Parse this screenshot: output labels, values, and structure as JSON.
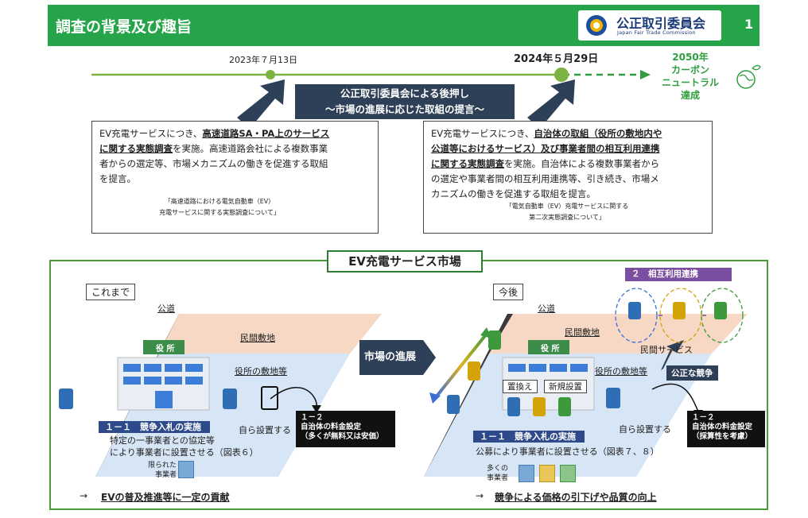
{
  "header": {
    "title": "調査の背景及び趣旨",
    "logo_text": "公正取引委員会",
    "logo_sub": "Japan Fair Trade Commission",
    "page_number": "1"
  },
  "timeline": {
    "date1": "2023年７月13日",
    "date2": "2024年５月29日",
    "goal_line1": "2050年",
    "goal_line2": "カーボン",
    "goal_line3": "ニュートラル",
    "goal_line4": "達成"
  },
  "banner": {
    "line1": "公正取引委員会による後押し",
    "line2": "～市場の進展に応じた取組の提言～"
  },
  "box_left": {
    "t1": "EV充電サービスにつき、",
    "b1": "高速道路SA・PA上のサービス",
    "b2": "に関する実態調査",
    "t2": "を実施。高速道路会社による複数事業",
    "t3": "者からの選定等、市場メカニズムの働きを促進する取組",
    "t4": "を提言。",
    "cap1": "「高速道路における電気自動車（EV）",
    "cap2": "充電サービスに関する実態調査について」"
  },
  "box_right": {
    "t1": "EV充電サービスにつき、",
    "b1": "自治体の取組（役所の敷地内や",
    "b2": "公道等におけるサービス）及び事業者間の相互利用連携",
    "b3": "に関する実態調査",
    "t2": "を実施。自治体による複数事業者から",
    "t3": "の選定や事業者間の相互利用連携等、引き続き、市場メ",
    "t4": "カニズムの働きを促進する取組を提言。",
    "cap1": "「電気自動車（EV）充電サービスに関する",
    "cap2": "第二次実態調査について」"
  },
  "market": {
    "title": "EV充電サービス市場",
    "arrow_label": "市場の進展"
  },
  "before": {
    "tag": "これまで",
    "road": "公道",
    "private_land": "民間敷地",
    "office": "役 所",
    "office_land": "役所の敷地等",
    "bid": "１－１　競争入札の実施",
    "bid_desc1": "特定の一事業者との協定等",
    "bid_desc2": "により事業者に設置させる（図表６）",
    "self_install": "自ら設置する",
    "fee1": "１－２",
    "fee2": "自治体の料金設定",
    "fee3": "（多くが無料又は安価）",
    "limited1": "限られた",
    "limited2": "事業者",
    "result_arrow": "→",
    "result": "EVの普及推進等に一定の貢献"
  },
  "after": {
    "tag": "今後",
    "road": "公道",
    "private_land": "民間敷地",
    "private_service": "民間サービス",
    "office": "役 所",
    "office_land": "役所の敷地等",
    "mutual": "２　相互利用連携",
    "replace": "置換え",
    "new_install": "新規設置",
    "fair": "公正な競争",
    "bid": "１－１　競争入札の実施",
    "bid_desc": "公募により事業者に設置させる（図表７、８）",
    "self_install": "自ら設置する",
    "fee1": "１－２",
    "fee2": "自治体の料金設定",
    "fee3": "（採算性を考慮）",
    "many1": "多くの",
    "many2": "事業者",
    "result_arrow": "→",
    "result": "競争による価格の引下げや品質の向上"
  },
  "colors": {
    "header_green": "#25a449",
    "banner_navy": "#2e4057",
    "purple": "#7b4fa0",
    "blue_charger": "#2f6db5",
    "yellow_charger": "#d4a30a",
    "green_charger": "#3c9a3c"
  }
}
